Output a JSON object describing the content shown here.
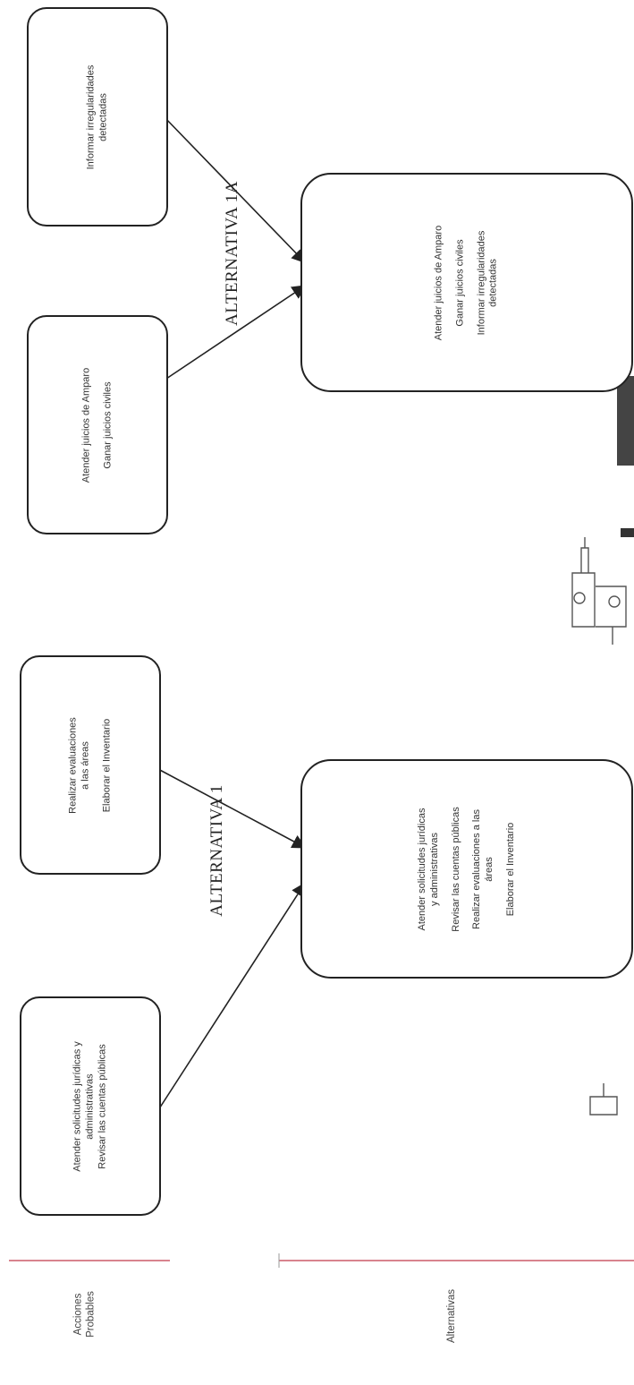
{
  "alternatives": [
    {
      "title": "ALTERNATIVA 1A",
      "probable_actions": [
        {
          "lines": [
            "Informar irregularidades",
            "detectadas"
          ]
        },
        {
          "lines": [
            "Atender juicios de Amparo",
            "Ganar juicios civiles"
          ]
        }
      ],
      "alternative_box": {
        "lines": [
          "Atender juicios de Amparo",
          "Ganar juicios civiles",
          "Informar irregularidades",
          "detectadas"
        ]
      }
    },
    {
      "title": "ALTERNATIVA 1",
      "probable_actions": [
        {
          "lines": [
            "Realizar evaluaciones",
            "a las áreas",
            "Elaborar el Inventario"
          ]
        },
        {
          "lines": [
            "Atender solicitudes jurídicas y",
            "administrativas",
            "Revisar las cuentas públicas"
          ]
        }
      ],
      "alternative_box": {
        "lines": [
          "Atender solicitudes jurídicas",
          "y administrativas",
          "Revisar las cuentas públicas",
          "Realizar evaluaciones a las",
          "áreas",
          "Elaborar el Inventario"
        ]
      }
    }
  ],
  "row_labels": {
    "acciones": [
      "Acciones",
      "Probables"
    ],
    "alternativas": [
      "Alternativas"
    ]
  },
  "colors": {
    "divider": "#c0394b",
    "border": "#222222"
  }
}
